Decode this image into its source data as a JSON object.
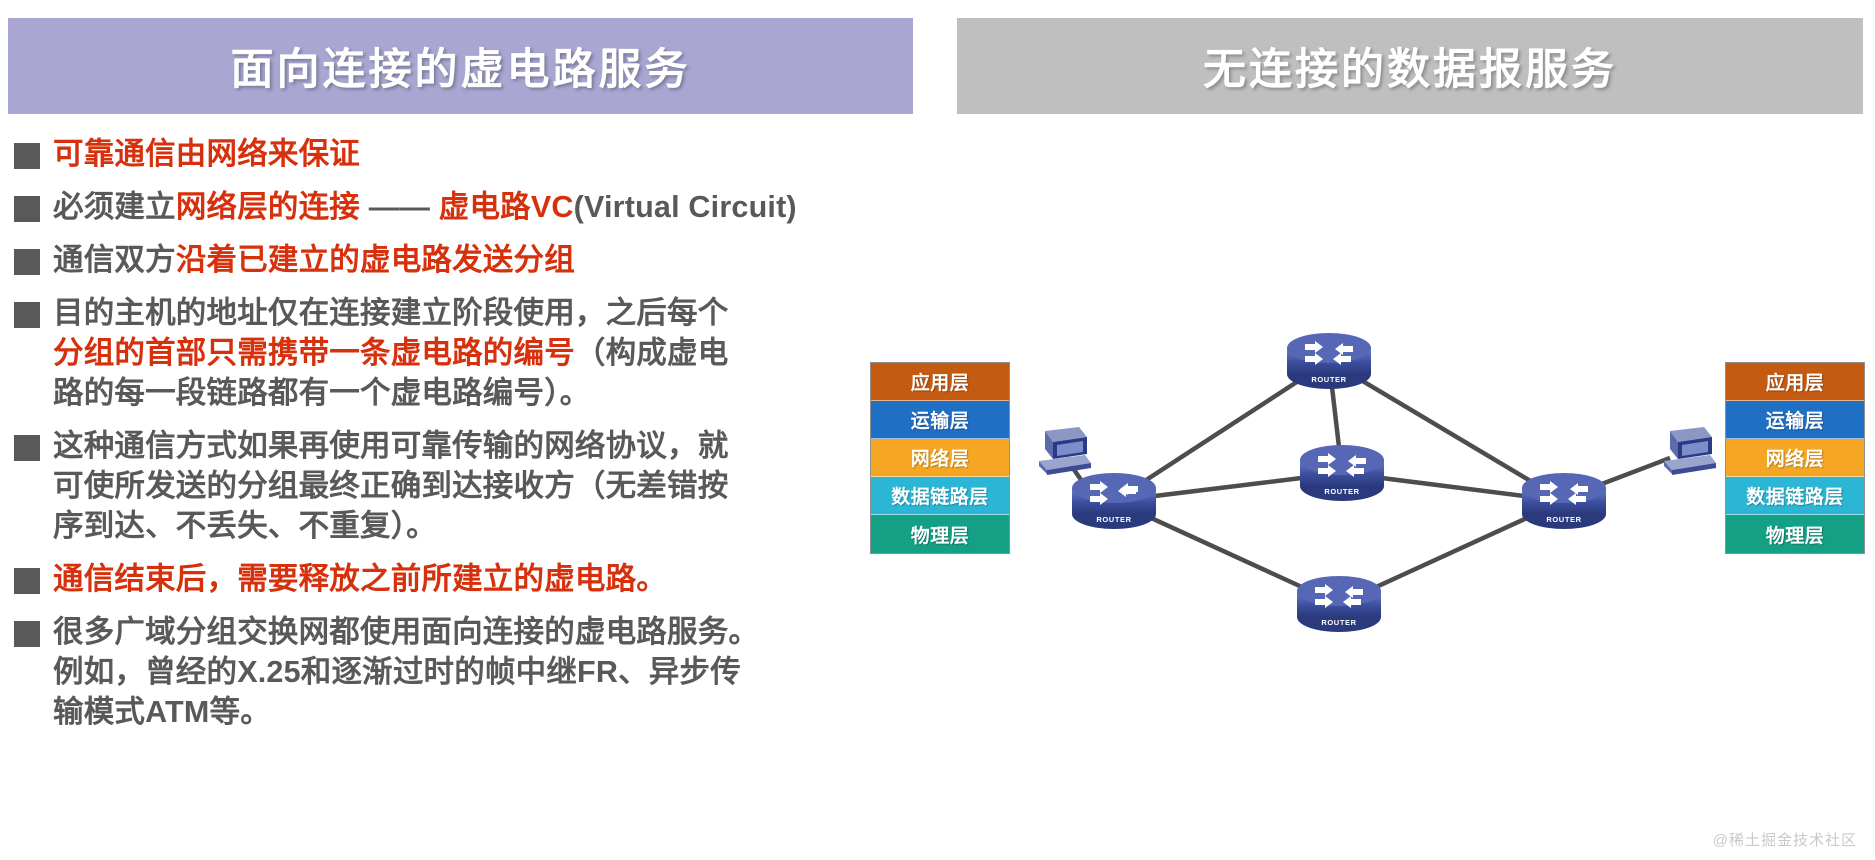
{
  "headers": {
    "left": "面向连接的虚电路服务",
    "right": "无连接的数据报服务"
  },
  "bullets": [
    {
      "id": "reliable-comm",
      "lines": [
        [
          {
            "t": "可靠通信由网络来保证",
            "c": "red"
          }
        ]
      ]
    },
    {
      "id": "establish-network-layer-connection",
      "lines": [
        [
          {
            "t": "必须建立",
            "c": "blk"
          },
          {
            "t": "网络层的连接",
            "c": "red"
          },
          {
            "t": " —— ",
            "c": "blk"
          },
          {
            "t": "虚电路VC",
            "c": "red"
          },
          {
            "t": "(Virtual Circuit)",
            "c": "blk"
          }
        ]
      ]
    },
    {
      "id": "send-packets-along-vc",
      "lines": [
        [
          {
            "t": "通信双方",
            "c": "blk"
          },
          {
            "t": "沿着已建立的虚电路发送分组",
            "c": "red"
          }
        ]
      ]
    },
    {
      "id": "destination-address-only-at-setup",
      "lines": [
        [
          {
            "t": "目的主机的地址仅在连接建立阶段使用，之后每个",
            "c": "blk"
          }
        ],
        [
          {
            "t": "分组的首部只需携带一条虚电路的编号",
            "c": "red"
          },
          {
            "t": "（构成虚电",
            "c": "blk"
          }
        ],
        [
          {
            "t": "路的每一段链路都有一个虚电路编号）。",
            "c": "blk"
          }
        ]
      ]
    },
    {
      "id": "reliable-transport-protocol",
      "lines": [
        [
          {
            "t": "这种通信方式如果再使用可靠传输的网络协议，就",
            "c": "blk"
          }
        ],
        [
          {
            "t": "可使所发送的分组最终正确到达接收方（无差错按",
            "c": "blk"
          }
        ],
        [
          {
            "t": "序到达、不丢失、不重复）。",
            "c": "blk"
          }
        ]
      ]
    },
    {
      "id": "release-vc-after-communication",
      "lines": [
        [
          {
            "t": "通信结束后，需要释放之前所建立的虚电路。",
            "c": "red"
          }
        ]
      ]
    },
    {
      "id": "wan-packet-switching-examples",
      "lines": [
        [
          {
            "t": "很多广域分组交换网都使用面向连接的虚电路服务。",
            "c": "blk"
          }
        ],
        [
          {
            "t": "例如，曾经的X.25和逐渐过时的帧中继FR、异步传",
            "c": "blk"
          }
        ],
        [
          {
            "t": "输模式ATM等。",
            "c": "blk"
          }
        ]
      ]
    }
  ],
  "figure": {
    "stack_layers": [
      {
        "label": "应用层",
        "color": "#c55a11"
      },
      {
        "label": "运输层",
        "color": "#1f6fc4"
      },
      {
        "label": "网络层",
        "color": "#f5a623"
      },
      {
        "label": "数据链路层",
        "color": "#2bb6d6"
      },
      {
        "label": "物理层",
        "color": "#13a085"
      }
    ],
    "routers": [
      {
        "id": "router-left",
        "label": "ROUTER"
      },
      {
        "id": "router-top",
        "label": "ROUTER"
      },
      {
        "id": "router-middle",
        "label": "ROUTER"
      },
      {
        "id": "router-bottom",
        "label": "ROUTER"
      },
      {
        "id": "router-right",
        "label": "ROUTER"
      }
    ],
    "hosts": [
      {
        "id": "host-left"
      },
      {
        "id": "host-right"
      }
    ]
  },
  "watermark": "@稀土掘金技术社区",
  "colors": {
    "header_left_bg": "#a9a7d2",
    "header_right_bg": "#bfbfbf",
    "bullet_square": "#595959",
    "text_black": "#595959",
    "text_red": "#d6310c",
    "router_blue": "#3c4f9e",
    "link_gray": "#4d4d4d"
  }
}
